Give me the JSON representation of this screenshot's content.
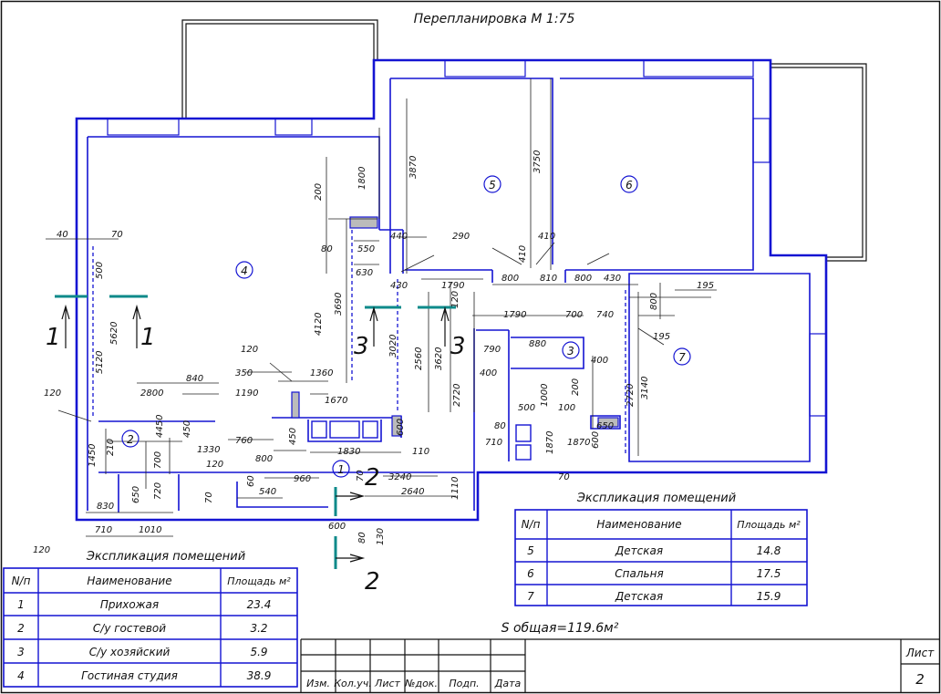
{
  "title": "Перепланировка М 1:75",
  "room_numbers": [
    "1",
    "2",
    "3",
    "4",
    "5",
    "6",
    "7"
  ],
  "section_marks": [
    "1",
    "1",
    "2",
    "2",
    "3",
    "3"
  ],
  "dimensions": [
    "40",
    "70",
    "500",
    "5120",
    "5620",
    "120",
    "2800",
    "840",
    "1190",
    "350",
    "120",
    "1360",
    "1670",
    "630",
    "80",
    "550",
    "200",
    "1800",
    "4120",
    "3690",
    "430",
    "440",
    "290",
    "1790",
    "3870",
    "3750",
    "410",
    "410",
    "800",
    "810",
    "800",
    "430",
    "195",
    "800",
    "195",
    "1790",
    "700",
    "740",
    "790",
    "880",
    "3020",
    "2560",
    "3620",
    "120",
    "400",
    "2720",
    "200",
    "400",
    "100",
    "1000",
    "500",
    "80",
    "710",
    "1870",
    "1870",
    "650",
    "600",
    "2720",
    "3140",
    "760",
    "800",
    "450",
    "1830",
    "110",
    "960",
    "540",
    "600",
    "3240",
    "2640",
    "1110",
    "130",
    "80",
    "70",
    "600",
    "70",
    "1450",
    "210",
    "4450",
    "700",
    "450",
    "1330",
    "120",
    "650",
    "720",
    "830",
    "710",
    "1010",
    "120",
    "60",
    "70"
  ],
  "explication_left": {
    "title": "Экспликация помещений",
    "headers": [
      "N/п",
      "Наименование",
      "Площадь м²"
    ],
    "rows": [
      [
        "1",
        "Прихожая",
        "23.4"
      ],
      [
        "2",
        "С/у гостевой",
        "3.2"
      ],
      [
        "3",
        "С/у хозяйский",
        "5.9"
      ],
      [
        "4",
        "Гостиная студия",
        "38.9"
      ]
    ]
  },
  "explication_right": {
    "title": "Экспликация помещений",
    "headers": [
      "N/п",
      "Наименование",
      "Площадь м²"
    ],
    "rows": [
      [
        "5",
        "Детская",
        "14.8"
      ],
      [
        "6",
        "Спальня",
        "17.5"
      ],
      [
        "7",
        "Детская",
        "15.9"
      ]
    ]
  },
  "total_area": "S общая=119.6м²",
  "stamp": {
    "columns": [
      "Изм.",
      "Кол.уч.",
      "Лист",
      "№док.",
      "Подп.",
      "Дата"
    ],
    "sheet_label": "Лист",
    "sheet_number": "2"
  },
  "colors": {
    "wall": "#1414d2",
    "section": "#0e8a8a",
    "ink": "#111111"
  }
}
